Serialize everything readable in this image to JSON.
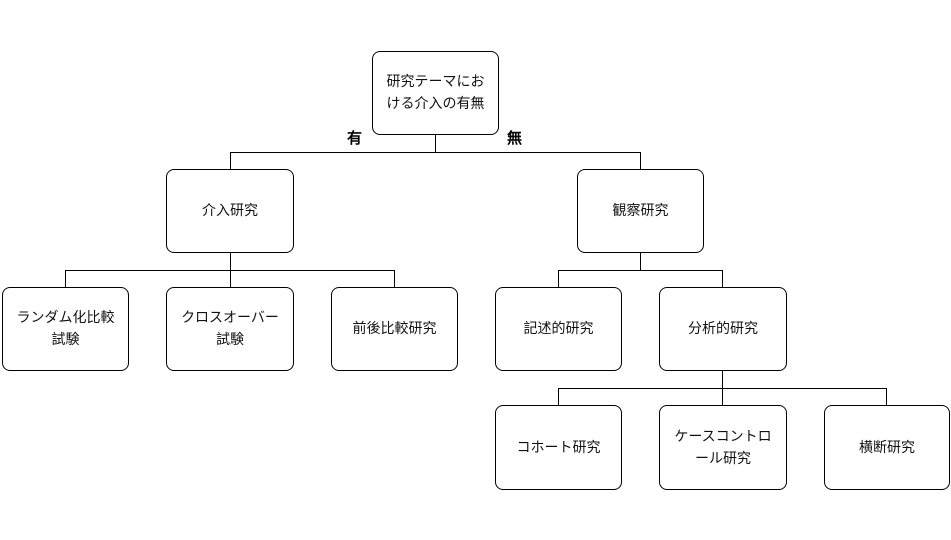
{
  "nodes": {
    "root": "研究テーマにおける介入の有無",
    "interventional": "介入研究",
    "observational": "観察研究",
    "rct": "ランダム化比較試験",
    "crossover": "クロスオーバー試験",
    "before_after": "前後比較研究",
    "descriptive": "記述的研究",
    "analytical": "分析的研究",
    "cohort": "コホート研究",
    "case_control": "ケースコントロール研究",
    "cross_sectional": "横断研究"
  },
  "edge_labels": {
    "yes": "有",
    "no": "無"
  }
}
